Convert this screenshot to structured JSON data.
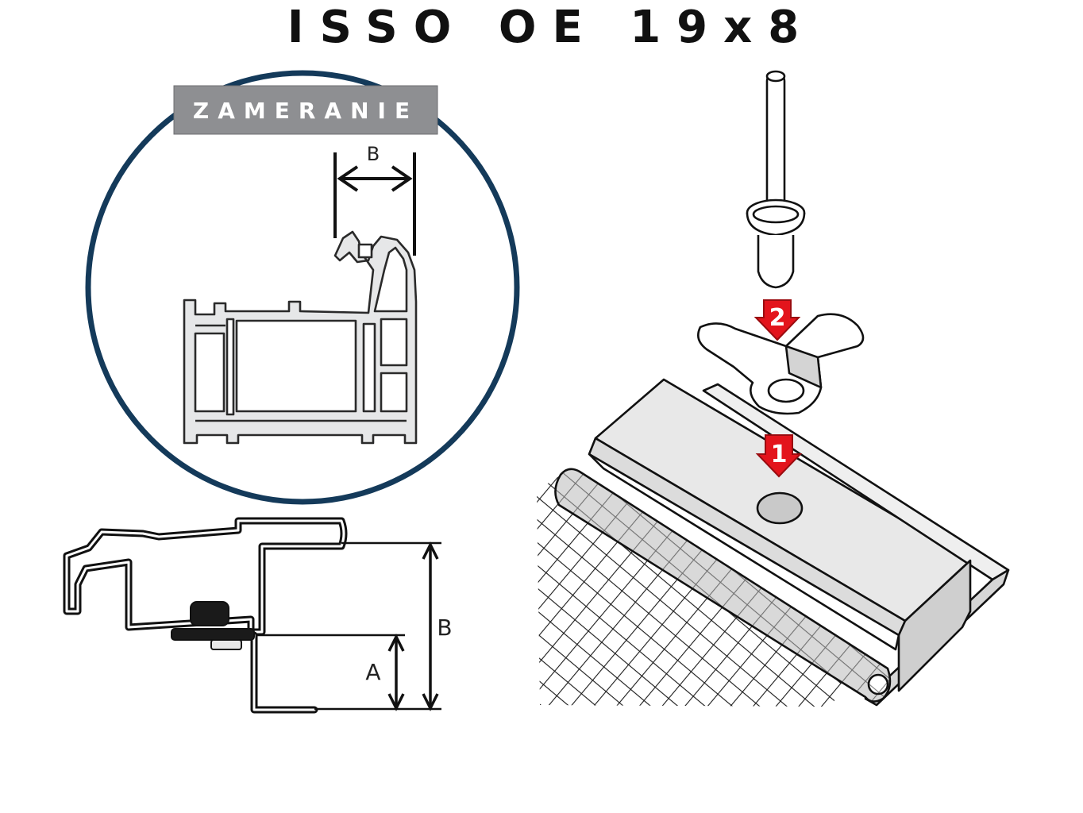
{
  "title": "ISSO OE 19x8",
  "badge": {
    "text": "ZAMERANIE",
    "color": "#8e8f92"
  },
  "circle_color": "#143a5a",
  "detail_label_b": "B",
  "profile_labels": {
    "a": "A",
    "b": "B"
  },
  "steps": [
    {
      "number": "2",
      "color": "#e3141c"
    },
    {
      "number": "1",
      "color": "#e3141c"
    }
  ]
}
